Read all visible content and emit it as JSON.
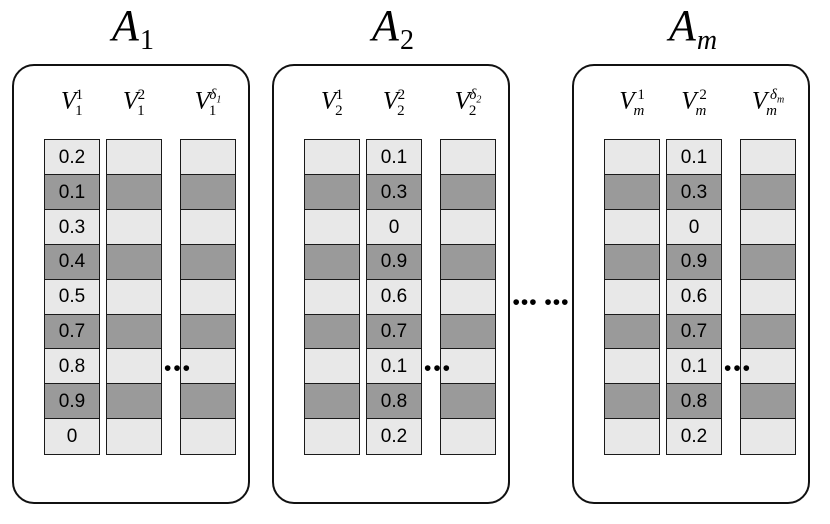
{
  "figure": {
    "kind": "matrix-column-diagram",
    "colors": {
      "light_cell": "#e8e8e8",
      "dark_cell": "#9a9a9a",
      "border": "#1a1a1a",
      "background": "#ffffff"
    },
    "group_separator": "••• •••",
    "column_separator": "•••",
    "groups": [
      {
        "title_base": "A",
        "title_sub": "1",
        "title_sub_italic": false,
        "columns": [
          {
            "base": "V",
            "sub": "1",
            "sub_italic": false,
            "sup": "1",
            "sup_italic": false,
            "sup_sub": "",
            "labeled": true,
            "values": [
              "0.2",
              "0.1",
              "0.3",
              "0.4",
              "0.5",
              "0.7",
              "0.8",
              "0.9",
              "0"
            ],
            "shades": [
              "light",
              "dark",
              "light",
              "dark",
              "light",
              "dark",
              "light",
              "dark",
              "light"
            ]
          },
          {
            "base": "V",
            "sub": "1",
            "sub_italic": false,
            "sup": "2",
            "sup_italic": false,
            "sup_sub": "",
            "labeled": false,
            "values": [
              "",
              "",
              "",
              "",
              "",
              "",
              "",
              "",
              ""
            ],
            "shades": [
              "light",
              "dark",
              "light",
              "dark",
              "light",
              "dark",
              "light",
              "dark",
              "light"
            ]
          },
          {
            "base": "V",
            "sub": "1",
            "sub_italic": false,
            "sup": "δ",
            "sup_italic": true,
            "sup_sub": "1",
            "labeled": false,
            "values": [
              "",
              "",
              "",
              "",
              "",
              "",
              "",
              "",
              ""
            ],
            "shades": [
              "light",
              "dark",
              "light",
              "dark",
              "light",
              "dark",
              "light",
              "dark",
              "light"
            ]
          }
        ]
      },
      {
        "title_base": "A",
        "title_sub": "2",
        "title_sub_italic": false,
        "columns": [
          {
            "base": "V",
            "sub": "2",
            "sub_italic": false,
            "sup": "1",
            "sup_italic": false,
            "sup_sub": "",
            "labeled": false,
            "values": [
              "",
              "",
              "",
              "",
              "",
              "",
              "",
              "",
              ""
            ],
            "shades": [
              "light",
              "dark",
              "light",
              "dark",
              "light",
              "dark",
              "light",
              "dark",
              "light"
            ]
          },
          {
            "base": "V",
            "sub": "2",
            "sub_italic": false,
            "sup": "2",
            "sup_italic": false,
            "sup_sub": "",
            "labeled": true,
            "values": [
              "0.1",
              "0.3",
              "0",
              "0.9",
              "0.6",
              "0.7",
              "0.1",
              "0.8",
              "0.2"
            ],
            "shades": [
              "light",
              "dark",
              "light",
              "dark",
              "light",
              "dark",
              "light",
              "dark",
              "light"
            ]
          },
          {
            "base": "V",
            "sub": "2",
            "sub_italic": false,
            "sup": "δ",
            "sup_italic": true,
            "sup_sub": "2",
            "labeled": false,
            "values": [
              "",
              "",
              "",
              "",
              "",
              "",
              "",
              "",
              ""
            ],
            "shades": [
              "light",
              "dark",
              "light",
              "dark",
              "light",
              "dark",
              "light",
              "dark",
              "light"
            ]
          }
        ]
      },
      {
        "title_base": "A",
        "title_sub": "m",
        "title_sub_italic": true,
        "columns": [
          {
            "base": "V",
            "sub": "m",
            "sub_italic": true,
            "sup": "1",
            "sup_italic": false,
            "sup_sub": "",
            "labeled": false,
            "values": [
              "",
              "",
              "",
              "",
              "",
              "",
              "",
              "",
              ""
            ],
            "shades": [
              "light",
              "dark",
              "light",
              "dark",
              "light",
              "dark",
              "light",
              "dark",
              "light"
            ]
          },
          {
            "base": "V",
            "sub": "m",
            "sub_italic": true,
            "sup": "2",
            "sup_italic": false,
            "sup_sub": "",
            "labeled": true,
            "values": [
              "0.1",
              "0.3",
              "0",
              "0.9",
              "0.6",
              "0.7",
              "0.1",
              "0.8",
              "0.2"
            ],
            "shades": [
              "light",
              "dark",
              "light",
              "dark",
              "light",
              "dark",
              "light",
              "dark",
              "light"
            ]
          },
          {
            "base": "V",
            "sub": "m",
            "sub_italic": true,
            "sup": "δ",
            "sup_italic": true,
            "sup_sub": "m",
            "labeled": false,
            "values": [
              "",
              "",
              "",
              "",
              "",
              "",
              "",
              "",
              ""
            ],
            "shades": [
              "light",
              "dark",
              "light",
              "dark",
              "light",
              "dark",
              "light",
              "dark",
              "light"
            ]
          }
        ]
      }
    ]
  }
}
